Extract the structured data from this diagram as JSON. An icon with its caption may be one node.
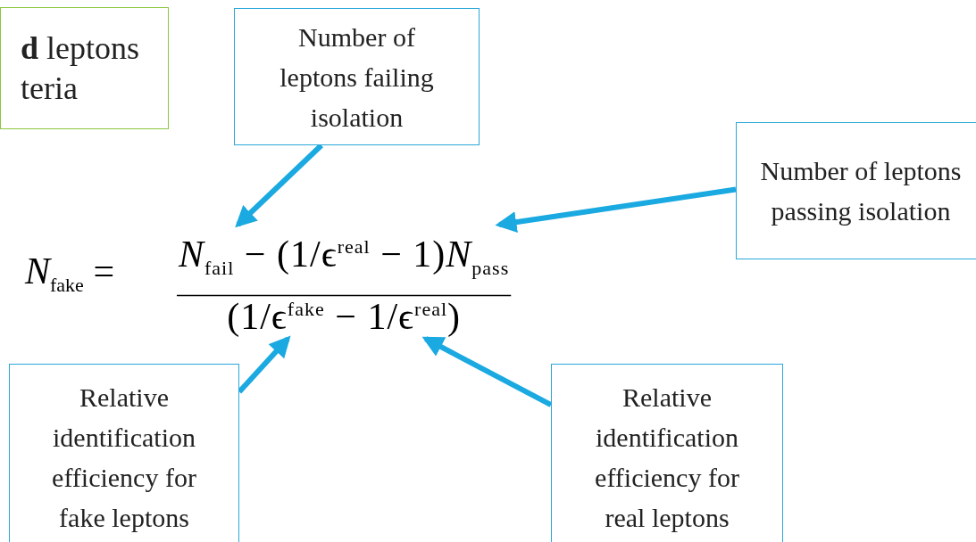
{
  "diagram": {
    "nodes": [
      {
        "text": [
          "**d** leptons teria"
        ]
      },
      {
        "text": [
          "Number of leptons failing isolation"
        ]
      },
      {
        "text": [
          "Number of leptons passing isolation"
        ]
      },
      {
        "text": [
          "Relative identification efficiency for fake leptons"
        ]
      },
      {
        "text": [
          "Relative identification efficiency for real leptons"
        ]
      },
      {
        "text": [
          "*N*$_{fail}$ − (1/ϵ$^{real}$ − 1)*N*$_{pass}$"
        ]
      },
      {
        "text": [
          "(1/ϵ$^{fake}$ − 1/ϵ$^{real}$)"
        ]
      }
    ],
    "edges": [
      {
        "from": 1,
        "to": 5,
        "arrow": "to"
      },
      {
        "from": 2,
        "to": 5,
        "arrow": "to"
      },
      {
        "from": 3,
        "to": 6,
        "arrow": "to"
      },
      {
        "from": 4,
        "to": 6,
        "arrow": "to"
      }
    ],
    "labels": [
      "*N*$_{fake}$ ="
    ]
  }
}
